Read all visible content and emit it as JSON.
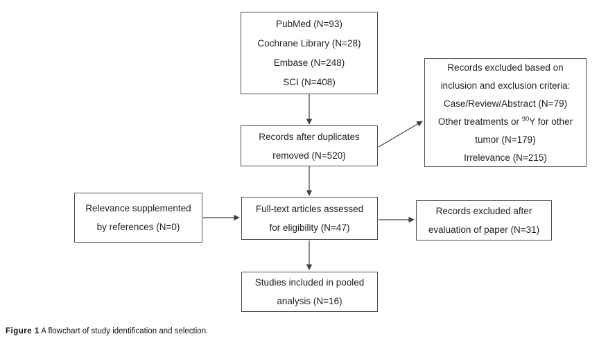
{
  "figure_caption": {
    "label": "Figure 1",
    "text": " A flowchart of study identification and selection."
  },
  "boxes": {
    "sources": {
      "lines": [
        "PubMed (N=93)",
        "Cochrane Library (N=28)",
        "Embase (N=248)",
        "SCI (N=408)"
      ]
    },
    "duplicates_removed": {
      "lines": [
        "Records after duplicates",
        "removed (N=520)"
      ]
    },
    "excluded_criteria": {
      "lines_top": [
        "Records excluded based on",
        "inclusion and exclusion criteria:",
        "Case/Review/Abstract (N=79)"
      ],
      "isotope_line": {
        "prefix": "Other treatments or ",
        "superscript": "90",
        "suffix": "Y for other"
      },
      "lines_bottom": [
        "tumor (N=179)",
        "Irrelevance (N=215)"
      ]
    },
    "references_supplement": {
      "lines": [
        "Relevance supplemented",
        "by references (N=0)"
      ]
    },
    "fulltext_assessed": {
      "lines": [
        "Full-text articles assessed",
        "for eligibility (N=47)"
      ]
    },
    "excluded_evaluation": {
      "lines": [
        "Records excluded after",
        "evaluation of paper (N=31)"
      ]
    },
    "included_pooled": {
      "lines": [
        "Studies included in pooled",
        "analysis (N=16)"
      ]
    }
  },
  "colors": {
    "border": "#4d4d4d",
    "arrow": "#3f3f3f",
    "text": "#1f1f1f",
    "background": "#ffffff"
  }
}
